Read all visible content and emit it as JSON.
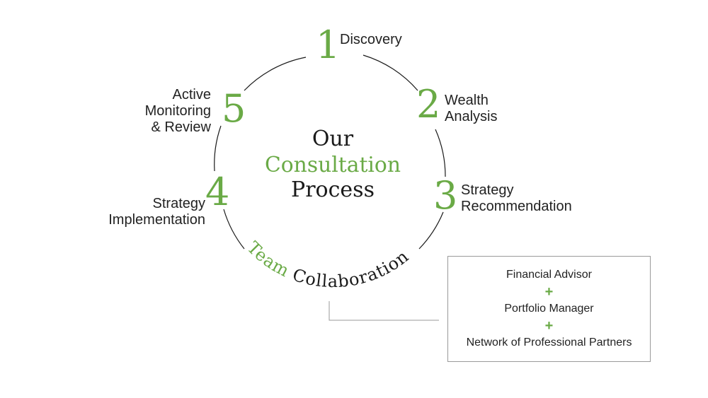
{
  "center_title": {
    "line1": "Our",
    "line2": "Consultation",
    "line3": "Process"
  },
  "steps": [
    {
      "number": "1",
      "lines": [
        "Discovery"
      ]
    },
    {
      "number": "2",
      "lines": [
        "Wealth",
        "Analysis"
      ]
    },
    {
      "number": "3",
      "lines": [
        "Strategy",
        "Recommendation"
      ]
    },
    {
      "number": "4",
      "lines": [
        "Strategy",
        "Implementation"
      ]
    },
    {
      "number": "5",
      "lines": [
        "Active",
        "Monitoring",
        "& Review"
      ]
    }
  ],
  "arc_text": {
    "green": "Team",
    "dark": "Collaboration"
  },
  "team": {
    "members": [
      "Financial Advisor",
      "Portfolio Manager",
      "Network of Professional Partners"
    ],
    "separator": "+"
  },
  "colors": {
    "accent_green": "#6aaa46",
    "text_dark": "#1a1a1a",
    "line_gray": "#9a9a9a"
  }
}
